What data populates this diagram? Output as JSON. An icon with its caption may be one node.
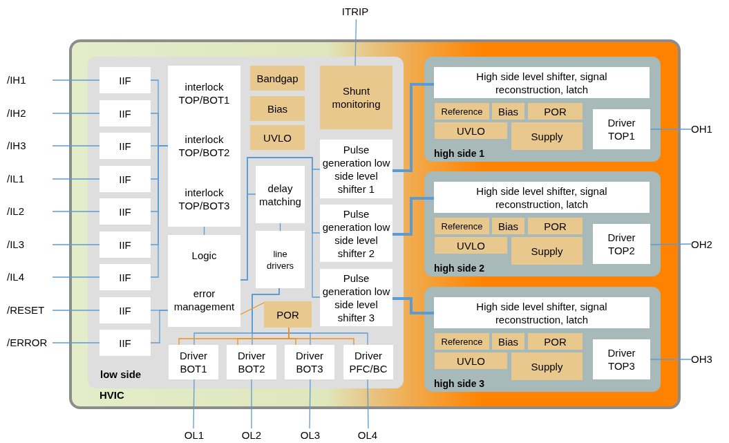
{
  "diagram": {
    "nodes": [
      {
        "text": [
          "HVIC"
        ]
      },
      {
        "text": [
          "low side"
        ],
        "in": 0
      },
      {
        "text": [
          "IIF"
        ],
        "in": 1
      },
      {
        "text": [
          "IIF"
        ],
        "in": 1
      },
      {
        "text": [
          "IIF"
        ],
        "in": 1
      },
      {
        "text": [
          "IIF"
        ],
        "in": 1
      },
      {
        "text": [
          "IIF"
        ],
        "in": 1
      },
      {
        "text": [
          "IIF"
        ],
        "in": 1
      },
      {
        "text": [
          "IIF"
        ],
        "in": 1
      },
      {
        "text": [
          "IIF"
        ],
        "in": 1
      },
      {
        "text": [
          "IIF"
        ],
        "in": 1
      },
      {
        "text": [
          "interlock TOP/BOT1",
          "interlock TOP/BOT2",
          "interlock TOP/BOT3"
        ],
        "in": 1
      },
      {
        "text": [
          "Logic",
          "error management"
        ],
        "in": 1
      },
      {
        "text": [
          "Bandgap"
        ],
        "in": 1
      },
      {
        "text": [
          "Bias"
        ],
        "in": 1
      },
      {
        "text": [
          "UVLO"
        ],
        "in": 1
      },
      {
        "text": [
          "Shunt monitoring"
        ],
        "in": 1
      },
      {
        "text": [
          "delay matching"
        ],
        "in": 1
      },
      {
        "text": [
          "line drivers"
        ],
        "in": 1
      },
      {
        "text": [
          "Pulse generation low side level shifter 1"
        ],
        "in": 1
      },
      {
        "text": [
          "Pulse generation low side level shifter 2"
        ],
        "in": 1
      },
      {
        "text": [
          "Pulse generation low side level shifter 3"
        ],
        "in": 1
      },
      {
        "text": [
          "POR"
        ],
        "in": 1
      },
      {
        "text": [
          "Driver BOT1"
        ],
        "in": 1
      },
      {
        "text": [
          "Driver BOT2"
        ],
        "in": 1
      },
      {
        "text": [
          "Driver BOT3"
        ],
        "in": 1
      },
      {
        "text": [
          "Driver PFC/BC"
        ],
        "in": 1
      },
      {
        "text": [
          "high side 1"
        ],
        "in": 0
      },
      {
        "text": [
          "High side level shifter, signal reconstruction, latch"
        ],
        "in": 27
      },
      {
        "text": [
          "Reference"
        ],
        "in": 27
      },
      {
        "text": [
          "Bias"
        ],
        "in": 27
      },
      {
        "text": [
          "POR"
        ],
        "in": 27
      },
      {
        "text": [
          "UVLO"
        ],
        "in": 27
      },
      {
        "text": [
          "Supply"
        ],
        "in": 27
      },
      {
        "text": [
          "Driver TOP1"
        ],
        "in": 27
      },
      {
        "text": [
          "high side 2"
        ],
        "in": 0
      },
      {
        "text": [
          "High side level shifter, signal reconstruction, latch"
        ],
        "in": 35
      },
      {
        "text": [
          "Reference"
        ],
        "in": 35
      },
      {
        "text": [
          "Bias"
        ],
        "in": 35
      },
      {
        "text": [
          "POR"
        ],
        "in": 35
      },
      {
        "text": [
          "UVLO"
        ],
        "in": 35
      },
      {
        "text": [
          "Supply"
        ],
        "in": 35
      },
      {
        "text": [
          "Driver TOP2"
        ],
        "in": 35
      },
      {
        "text": [
          "high side 3"
        ],
        "in": 0
      },
      {
        "text": [
          "High side level shifter, signal reconstruction, latch"
        ],
        "in": 43
      },
      {
        "text": [
          "Reference"
        ],
        "in": 43
      },
      {
        "text": [
          "Bias"
        ],
        "in": 43
      },
      {
        "text": [
          "POR"
        ],
        "in": 43
      },
      {
        "text": [
          "UVLO"
        ],
        "in": 43
      },
      {
        "text": [
          "Supply"
        ],
        "in": 43
      },
      {
        "text": [
          "Driver TOP3"
        ],
        "in": 43
      },
      {
        "text": [
          "/IH1"
        ]
      },
      {
        "text": [
          "/IH2"
        ]
      },
      {
        "text": [
          "/IH3"
        ]
      },
      {
        "text": [
          "/IL1"
        ]
      },
      {
        "text": [
          "/IL2"
        ]
      },
      {
        "text": [
          "/IL3"
        ]
      },
      {
        "text": [
          "/IL4"
        ]
      },
      {
        "text": [
          "/RESET"
        ]
      },
      {
        "text": [
          "/ERROR"
        ]
      },
      {
        "text": [
          "ITRIP"
        ]
      },
      {
        "text": [
          "OH1"
        ]
      },
      {
        "text": [
          "OH2"
        ]
      },
      {
        "text": [
          "OH3"
        ]
      },
      {
        "text": [
          "OL1"
        ]
      },
      {
        "text": [
          "OL2"
        ]
      },
      {
        "text": [
          "OL3"
        ]
      },
      {
        "text": [
          "OL4"
        ]
      }
    ],
    "edges": [
      {
        "from": 51,
        "to": 2,
        "arrow": "none"
      },
      {
        "from": 52,
        "to": 3,
        "arrow": "none"
      },
      {
        "from": 53,
        "to": 4,
        "arrow": "none"
      },
      {
        "from": 54,
        "to": 5,
        "arrow": "none"
      },
      {
        "from": 55,
        "to": 6,
        "arrow": "none"
      },
      {
        "from": 56,
        "to": 7,
        "arrow": "none"
      },
      {
        "from": 57,
        "to": 8,
        "arrow": "none"
      },
      {
        "from": 58,
        "to": 9,
        "arrow": "none"
      },
      {
        "from": 59,
        "to": 10,
        "arrow": "none"
      },
      {
        "from": 2,
        "to": 11,
        "arrow": "none"
      },
      {
        "from": 3,
        "to": 11,
        "arrow": "none"
      },
      {
        "from": 4,
        "to": 11,
        "arrow": "none"
      },
      {
        "from": 5,
        "to": 11,
        "arrow": "none"
      },
      {
        "from": 6,
        "to": 11,
        "arrow": "none"
      },
      {
        "from": 7,
        "to": 11,
        "arrow": "none"
      },
      {
        "from": 8,
        "to": 11,
        "arrow": "none"
      },
      {
        "from": 9,
        "to": 12,
        "arrow": "none"
      },
      {
        "from": 10,
        "to": 12,
        "arrow": "none"
      },
      {
        "from": 11,
        "to": 12,
        "arrow": "none"
      },
      {
        "from": 12,
        "to": 19,
        "arrow": "none"
      },
      {
        "from": 12,
        "to": 20,
        "arrow": "none"
      },
      {
        "from": 12,
        "to": 21,
        "arrow": "none"
      },
      {
        "from": 12,
        "to": 17,
        "arrow": "none"
      },
      {
        "from": 17,
        "to": 18,
        "arrow": "none"
      },
      {
        "from": 18,
        "to": 23,
        "arrow": "none"
      },
      {
        "from": 18,
        "to": 24,
        "arrow": "none"
      },
      {
        "from": 18,
        "to": 25,
        "arrow": "none"
      },
      {
        "from": 18,
        "to": 26,
        "arrow": "none"
      },
      {
        "from": 12,
        "to": 22,
        "arrow": "none",
        "color": "#f0901e"
      },
      {
        "from": 22,
        "to": 23,
        "arrow": "none",
        "color": "#f0901e"
      },
      {
        "from": 22,
        "to": 24,
        "arrow": "none",
        "color": "#f0901e"
      },
      {
        "from": 22,
        "to": 25,
        "arrow": "none",
        "color": "#f0901e"
      },
      {
        "from": 22,
        "to": 26,
        "arrow": "none",
        "color": "#f0901e"
      },
      {
        "from": 23,
        "to": 64,
        "arrow": "none"
      },
      {
        "from": 24,
        "to": 65,
        "arrow": "none"
      },
      {
        "from": 25,
        "to": 66,
        "arrow": "none"
      },
      {
        "from": 26,
        "to": 67,
        "arrow": "none"
      },
      {
        "from": 19,
        "to": 28,
        "arrow": "none",
        "style": "thick"
      },
      {
        "from": 20,
        "to": 36,
        "arrow": "none",
        "style": "thick"
      },
      {
        "from": 21,
        "to": 44,
        "arrow": "none",
        "style": "thick"
      },
      {
        "from": 34,
        "to": 61,
        "arrow": "none"
      },
      {
        "from": 42,
        "to": 62,
        "arrow": "none"
      },
      {
        "from": 50,
        "to": 63,
        "arrow": "none"
      },
      {
        "from": 60,
        "to": 16,
        "arrow": "none"
      }
    ]
  }
}
